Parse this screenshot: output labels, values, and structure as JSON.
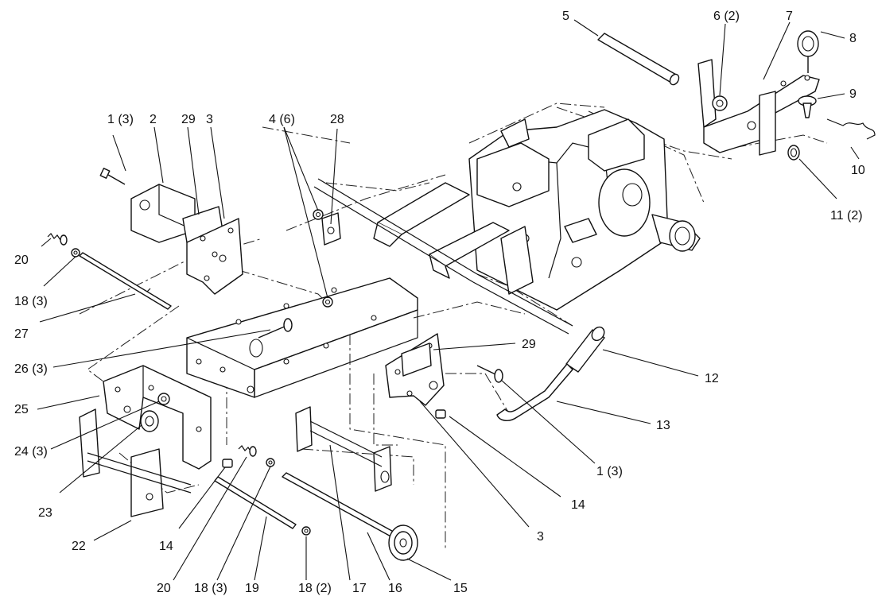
{
  "callouts": [
    {
      "id": "c1",
      "text": "1 (3)"
    },
    {
      "id": "c2",
      "text": "2"
    },
    {
      "id": "c29a",
      "text": "29"
    },
    {
      "id": "c3a",
      "text": "3"
    },
    {
      "id": "c4",
      "text": "4 (6)"
    },
    {
      "id": "c28",
      "text": "28"
    },
    {
      "id": "c5",
      "text": "5"
    },
    {
      "id": "c6",
      "text": "6 (2)"
    },
    {
      "id": "c7",
      "text": "7"
    },
    {
      "id": "c8",
      "text": "8"
    },
    {
      "id": "c9",
      "text": "9"
    },
    {
      "id": "c10",
      "text": "10"
    },
    {
      "id": "c11",
      "text": "11 (2)"
    },
    {
      "id": "c20a",
      "text": "20"
    },
    {
      "id": "c18a",
      "text": "18 (3)"
    },
    {
      "id": "c27",
      "text": "27"
    },
    {
      "id": "c26",
      "text": "26 (3)"
    },
    {
      "id": "c25",
      "text": "25"
    },
    {
      "id": "c24",
      "text": "24 (3)"
    },
    {
      "id": "c23",
      "text": "23"
    },
    {
      "id": "c22",
      "text": "22"
    },
    {
      "id": "c14a",
      "text": "14"
    },
    {
      "id": "c20b",
      "text": "20"
    },
    {
      "id": "c18b",
      "text": "18 (3)"
    },
    {
      "id": "c19",
      "text": "19"
    },
    {
      "id": "c18c",
      "text": "18 (2)"
    },
    {
      "id": "c17",
      "text": "17"
    },
    {
      "id": "c16",
      "text": "16"
    },
    {
      "id": "c15",
      "text": "15"
    },
    {
      "id": "c3b",
      "text": "3"
    },
    {
      "id": "c14b",
      "text": "14"
    },
    {
      "id": "c1b",
      "text": "1 (3)"
    },
    {
      "id": "c13",
      "text": "13"
    },
    {
      "id": "c12",
      "text": "12"
    },
    {
      "id": "c29b",
      "text": "29"
    }
  ]
}
